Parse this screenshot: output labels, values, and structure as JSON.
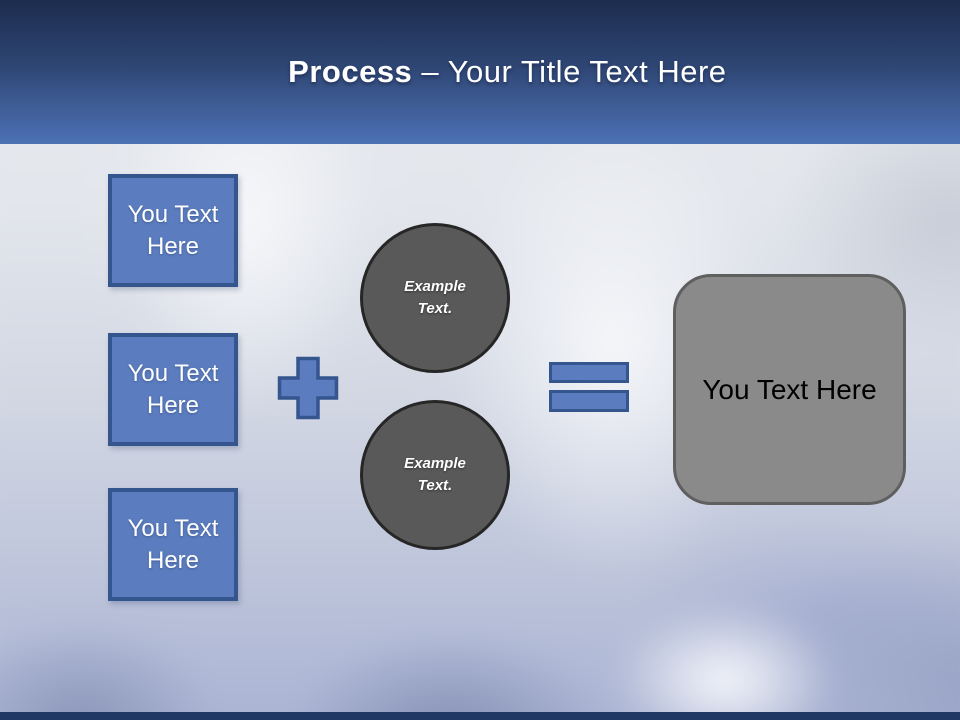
{
  "colors": {
    "header-top": "#1c2c4e",
    "header-bottom": "#4d71b5",
    "footer-bar": "#1f3864",
    "accent-fill": "#5b7cbe",
    "accent-border": "#35558f",
    "circle-fill": "#595959",
    "circle-border": "#262626",
    "result-fill": "#8a8a8a",
    "result-border": "#5f5f5f",
    "title-color": "#ffffff",
    "box-text": "#ffffff",
    "result-text": "#000000"
  },
  "header": {
    "title_bold": "Process",
    "title_rest": " – Your Title Text Here"
  },
  "diagram": {
    "input_boxes": [
      {
        "label": "You Text Here"
      },
      {
        "label": "You Text Here"
      },
      {
        "label": "You Text Here"
      }
    ],
    "example_circles": [
      {
        "label": "Example Text."
      },
      {
        "label": "Example Text."
      }
    ],
    "result_box": {
      "label": "You Text Here"
    }
  }
}
